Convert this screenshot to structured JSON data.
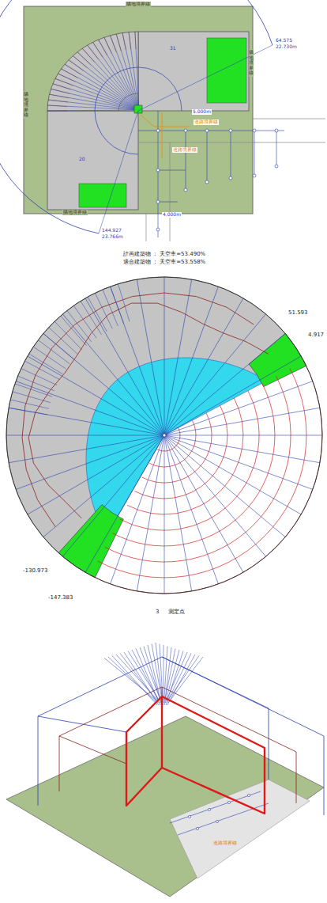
{
  "diagram": {
    "nodes": [
      {
        "text": [
          "31"
        ]
      },
      {
        "text": [
          "20"
        ]
      }
    ],
    "labels": [
      "隣地境界線",
      "隣地境界線",
      "隣地境界線",
      "隣地境界線",
      "64.575",
      "22.730m",
      "144.927",
      "23.766m",
      "道路境界線",
      "道路境界線",
      "5.000m",
      "4.000m",
      "計画建築物 ： 天空率=53.490%",
      "適合建築物 ： 天空率=53.558%",
      "51.593",
      "4.917",
      "-130.973",
      "-147.383",
      "3",
      "測定点",
      "道路境界線"
    ]
  }
}
